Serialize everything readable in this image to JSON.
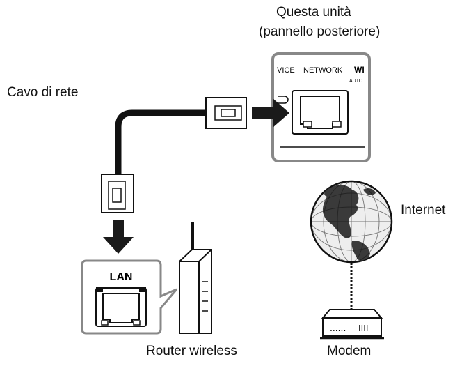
{
  "labels": {
    "unit_title_1": "Questa unità",
    "unit_title_2": "(pannello posteriore)",
    "cable": "Cavo di rete",
    "internet": "Internet",
    "router": "Router wireless",
    "modem": "Modem"
  },
  "panel": {
    "device_label": "VICE",
    "network_label": "NETWORK",
    "wi_label": "WI",
    "auto_label": "AUTO"
  },
  "router_port": {
    "label": "LAN"
  },
  "modem_display": {
    "dots": "......",
    "bars": "IIII"
  },
  "colors": {
    "line": "#111111",
    "panel_border": "#888888",
    "arrow": "#1a1a1a",
    "globe_fill": "#eeeeee",
    "globe_land": "#3a3a3a"
  },
  "icons": {
    "globe": "globe-icon",
    "router": "wireless-router-icon",
    "modem": "modem-icon",
    "connector": "rj45-connector-icon"
  }
}
